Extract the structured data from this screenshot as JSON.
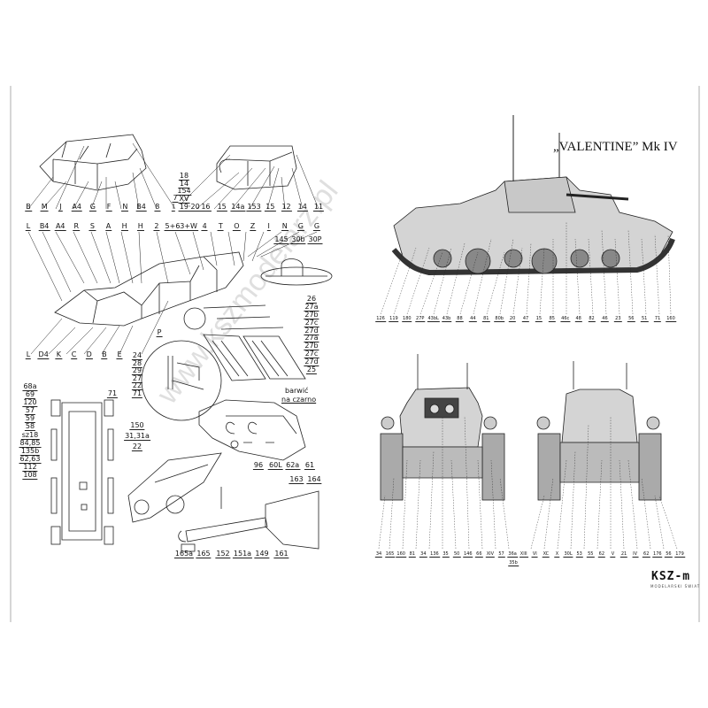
{
  "title": "„VALENTINE” Mk IV",
  "watermark": "www.kszmodelarz.pl",
  "logo": {
    "mark": "KSZ-m",
    "subtitle": "MODELARSKI ŚWIAT"
  },
  "note": {
    "line1": "barwić",
    "line2": "na czarno"
  },
  "labels": {
    "hull_top_row": [
      "B",
      "M",
      "J",
      "A4",
      "G",
      "F",
      "N",
      "B4",
      "8",
      "I",
      "19·20",
      "16",
      "15",
      "14a",
      "153",
      "15",
      "12",
      "14",
      "11"
    ],
    "turret_stack": [
      "18",
      "14",
      "154",
      "XV"
    ],
    "label_7": "7",
    "hull_second_row": [
      "L",
      "B4",
      "A4",
      "R",
      "S",
      "A",
      "H",
      "H",
      "2",
      "5+6",
      "3+W",
      "4",
      "T",
      "O",
      "Z",
      "I",
      "N",
      "G",
      "G"
    ],
    "fender_row": [
      "145",
      "30b",
      "30P"
    ],
    "hull_bottom_row": [
      "L",
      "D4",
      "K",
      "C",
      "D",
      "B",
      "E"
    ],
    "label_p": "P",
    "floor_column": [
      "26",
      "27a",
      "27b",
      "27c",
      "27d",
      "27a",
      "27b",
      "27c",
      "27d",
      "25"
    ],
    "detail_column": [
      "24",
      "28",
      "29",
      "27",
      "22",
      "71"
    ],
    "running_gear_column": [
      "68a",
      "69",
      "120",
      "57",
      "59",
      "58",
      "sz18",
      "84,85",
      "135b",
      "62,63",
      "112",
      "108"
    ],
    "label_71b": "71",
    "rear_column": [
      "150",
      "31,31a",
      "22"
    ],
    "rear_row": [
      "96",
      "60L",
      "62a",
      "61"
    ],
    "gun_top": [
      "163",
      "164"
    ],
    "gun_bottom": [
      "165a",
      "165",
      "152",
      "151a",
      "149",
      "161"
    ],
    "side_view_row": [
      "126",
      "119",
      "180",
      "27P",
      "43bL",
      "43b",
      "88",
      "44",
      "81",
      "80b",
      "20",
      "47",
      "15",
      "85",
      "46c",
      "48",
      "82",
      "46",
      "23",
      "56",
      "51",
      "71",
      "160"
    ],
    "front_rear_row": [
      "34",
      "165",
      "160",
      "81",
      "34",
      "136",
      "35",
      "50",
      "146",
      "66",
      "XIV",
      "57",
      "36a",
      "XIII",
      "VI",
      "XC",
      "X",
      "30L",
      "53",
      "55",
      "62",
      "V",
      "21",
      "IV",
      "62",
      "176",
      "56",
      "179"
    ],
    "label_35b": "35b"
  },
  "colors": {
    "line": "#222222",
    "tank_fill": "#d4d4d4",
    "tank_dark": "#555555"
  }
}
